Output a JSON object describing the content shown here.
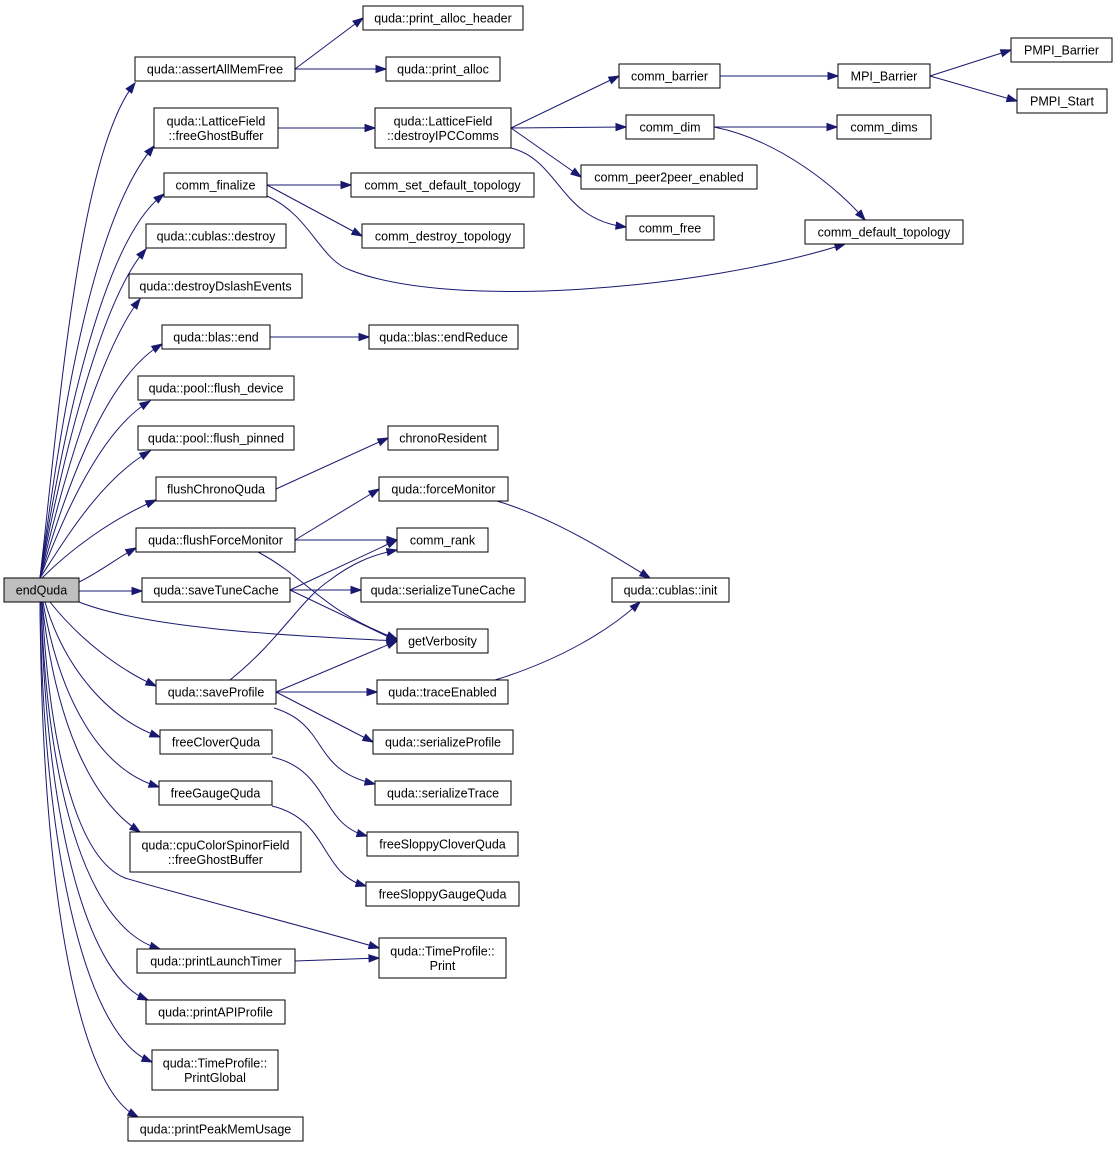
{
  "graph": {
    "colors": {
      "edge": "#191970",
      "root_fill": "#bfbfbf",
      "node_fill": "#ffffff",
      "border": "#000000"
    },
    "nodes": [
      {
        "id": "endQuda",
        "lines": [
          "endQuda"
        ],
        "root": true
      },
      {
        "id": "assertAllMemFree",
        "lines": [
          "quda::assertAllMemFree"
        ]
      },
      {
        "id": "print_alloc_header",
        "lines": [
          "quda::print_alloc_header"
        ]
      },
      {
        "id": "print_alloc",
        "lines": [
          "quda::print_alloc"
        ]
      },
      {
        "id": "lf_freeGhostBuffer",
        "lines": [
          "quda::LatticeField",
          "::freeGhostBuffer"
        ]
      },
      {
        "id": "destroyIPCComms",
        "lines": [
          "quda::LatticeField",
          "::destroyIPCComms"
        ]
      },
      {
        "id": "comm_barrier",
        "lines": [
          "comm_barrier"
        ]
      },
      {
        "id": "MPI_Barrier",
        "lines": [
          "MPI_Barrier"
        ]
      },
      {
        "id": "PMPI_Barrier",
        "lines": [
          "PMPI_Barrier"
        ]
      },
      {
        "id": "PMPI_Start",
        "lines": [
          "PMPI_Start"
        ]
      },
      {
        "id": "comm_dim",
        "lines": [
          "comm_dim"
        ]
      },
      {
        "id": "comm_dims",
        "lines": [
          "comm_dims"
        ]
      },
      {
        "id": "comm_peer2peer_enabled",
        "lines": [
          "comm_peer2peer_enabled"
        ]
      },
      {
        "id": "comm_free",
        "lines": [
          "comm_free"
        ]
      },
      {
        "id": "comm_default_topology",
        "lines": [
          "comm_default_topology"
        ]
      },
      {
        "id": "comm_finalize",
        "lines": [
          "comm_finalize"
        ]
      },
      {
        "id": "comm_set_default_topology",
        "lines": [
          "comm_set_default_topology"
        ]
      },
      {
        "id": "comm_destroy_topology",
        "lines": [
          "comm_destroy_topology"
        ]
      },
      {
        "id": "cublas_destroy",
        "lines": [
          "quda::cublas::destroy"
        ]
      },
      {
        "id": "destroyDslashEvents",
        "lines": [
          "quda::destroyDslashEvents"
        ]
      },
      {
        "id": "blas_end",
        "lines": [
          "quda::blas::end"
        ]
      },
      {
        "id": "blas_endReduce",
        "lines": [
          "quda::blas::endReduce"
        ]
      },
      {
        "id": "pool_flush_device",
        "lines": [
          "quda::pool::flush_device"
        ]
      },
      {
        "id": "pool_flush_pinned",
        "lines": [
          "quda::pool::flush_pinned"
        ]
      },
      {
        "id": "chronoResident",
        "lines": [
          "chronoResident"
        ]
      },
      {
        "id": "flushChronoQuda",
        "lines": [
          "flushChronoQuda"
        ]
      },
      {
        "id": "forceMonitor",
        "lines": [
          "quda::forceMonitor"
        ]
      },
      {
        "id": "flushForceMonitor",
        "lines": [
          "quda::flushForceMonitor"
        ]
      },
      {
        "id": "comm_rank",
        "lines": [
          "comm_rank"
        ]
      },
      {
        "id": "saveTuneCache",
        "lines": [
          "quda::saveTuneCache"
        ]
      },
      {
        "id": "serializeTuneCache",
        "lines": [
          "quda::serializeTuneCache"
        ]
      },
      {
        "id": "cublas_init",
        "lines": [
          "quda::cublas::init"
        ]
      },
      {
        "id": "getVerbosity",
        "lines": [
          "getVerbosity"
        ]
      },
      {
        "id": "saveProfile",
        "lines": [
          "quda::saveProfile"
        ]
      },
      {
        "id": "traceEnabled",
        "lines": [
          "quda::traceEnabled"
        ]
      },
      {
        "id": "serializeProfile",
        "lines": [
          "quda::serializeProfile"
        ]
      },
      {
        "id": "serializeTrace",
        "lines": [
          "quda::serializeTrace"
        ]
      },
      {
        "id": "freeCloverQuda",
        "lines": [
          "freeCloverQuda"
        ]
      },
      {
        "id": "freeSloppyCloverQuda",
        "lines": [
          "freeSloppyCloverQuda"
        ]
      },
      {
        "id": "freeGaugeQuda",
        "lines": [
          "freeGaugeQuda"
        ]
      },
      {
        "id": "freeSloppyGaugeQuda",
        "lines": [
          "freeSloppyGaugeQuda"
        ]
      },
      {
        "id": "cpu_freeGhostBuffer",
        "lines": [
          "quda::cpuColorSpinorField",
          "::freeGhostBuffer"
        ]
      },
      {
        "id": "tp_Print",
        "lines": [
          "quda::TimeProfile::",
          "Print"
        ]
      },
      {
        "id": "printLaunchTimer",
        "lines": [
          "quda::printLaunchTimer"
        ]
      },
      {
        "id": "printAPIProfile",
        "lines": [
          "quda::printAPIProfile"
        ]
      },
      {
        "id": "tp_PrintGlobal",
        "lines": [
          "quda::TimeProfile::",
          "PrintGlobal"
        ]
      },
      {
        "id": "printPeakMemUsage",
        "lines": [
          "quda::printPeakMemUsage"
        ]
      }
    ],
    "edges": [
      [
        "endQuda",
        "assertAllMemFree"
      ],
      [
        "endQuda",
        "lf_freeGhostBuffer"
      ],
      [
        "endQuda",
        "comm_finalize"
      ],
      [
        "endQuda",
        "cublas_destroy"
      ],
      [
        "endQuda",
        "destroyDslashEvents"
      ],
      [
        "endQuda",
        "blas_end"
      ],
      [
        "endQuda",
        "pool_flush_device"
      ],
      [
        "endQuda",
        "pool_flush_pinned"
      ],
      [
        "endQuda",
        "flushChronoQuda"
      ],
      [
        "endQuda",
        "flushForceMonitor"
      ],
      [
        "endQuda",
        "saveTuneCache"
      ],
      [
        "endQuda",
        "getVerbosity"
      ],
      [
        "endQuda",
        "saveProfile"
      ],
      [
        "endQuda",
        "freeCloverQuda"
      ],
      [
        "endQuda",
        "freeGaugeQuda"
      ],
      [
        "endQuda",
        "cpu_freeGhostBuffer"
      ],
      [
        "endQuda",
        "tp_Print"
      ],
      [
        "endQuda",
        "printLaunchTimer"
      ],
      [
        "endQuda",
        "printAPIProfile"
      ],
      [
        "endQuda",
        "tp_PrintGlobal"
      ],
      [
        "endQuda",
        "printPeakMemUsage"
      ],
      [
        "assertAllMemFree",
        "print_alloc_header"
      ],
      [
        "assertAllMemFree",
        "print_alloc"
      ],
      [
        "lf_freeGhostBuffer",
        "destroyIPCComms"
      ],
      [
        "destroyIPCComms",
        "comm_barrier"
      ],
      [
        "destroyIPCComms",
        "comm_dim"
      ],
      [
        "destroyIPCComms",
        "comm_peer2peer_enabled"
      ],
      [
        "destroyIPCComms",
        "comm_free"
      ],
      [
        "comm_barrier",
        "MPI_Barrier"
      ],
      [
        "MPI_Barrier",
        "PMPI_Barrier"
      ],
      [
        "MPI_Barrier",
        "PMPI_Start"
      ],
      [
        "comm_dim",
        "comm_dims"
      ],
      [
        "comm_dim",
        "comm_default_topology"
      ],
      [
        "comm_finalize",
        "comm_set_default_topology"
      ],
      [
        "comm_finalize",
        "comm_destroy_topology"
      ],
      [
        "comm_finalize",
        "comm_default_topology"
      ],
      [
        "blas_end",
        "blas_endReduce"
      ],
      [
        "flushChronoQuda",
        "chronoResident"
      ],
      [
        "flushForceMonitor",
        "forceMonitor"
      ],
      [
        "flushForceMonitor",
        "comm_rank"
      ],
      [
        "flushForceMonitor",
        "getVerbosity"
      ],
      [
        "forceMonitor",
        "cublas_init"
      ],
      [
        "saveTuneCache",
        "comm_rank"
      ],
      [
        "saveTuneCache",
        "serializeTuneCache"
      ],
      [
        "saveTuneCache",
        "getVerbosity"
      ],
      [
        "saveProfile",
        "comm_rank"
      ],
      [
        "saveProfile",
        "getVerbosity"
      ],
      [
        "saveProfile",
        "traceEnabled"
      ],
      [
        "saveProfile",
        "serializeProfile"
      ],
      [
        "saveProfile",
        "serializeTrace"
      ],
      [
        "traceEnabled",
        "cublas_init"
      ],
      [
        "freeCloverQuda",
        "freeSloppyCloverQuda"
      ],
      [
        "freeGaugeQuda",
        "freeSloppyGaugeQuda"
      ],
      [
        "printLaunchTimer",
        "tp_Print"
      ]
    ]
  }
}
